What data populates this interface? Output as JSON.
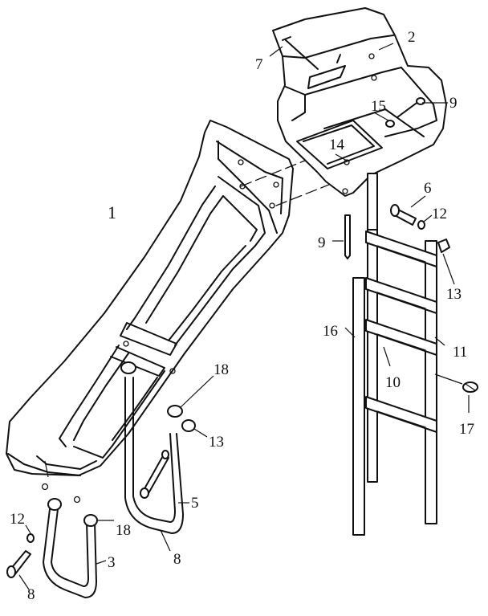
{
  "figure": {
    "callouts": {
      "c1": "1",
      "c2": "2",
      "c3": "3",
      "c5": "5",
      "c6": "6",
      "c7": "7",
      "c8a": "8",
      "c8b": "8",
      "c9a": "9",
      "c9b": "9",
      "c10": "10",
      "c11": "11",
      "c12a": "12",
      "c12b": "12",
      "c13a": "13",
      "c13b": "13",
      "c14": "14",
      "c15": "15",
      "c16": "16",
      "c17": "17",
      "c18a": "18",
      "c18b": "18"
    }
  }
}
